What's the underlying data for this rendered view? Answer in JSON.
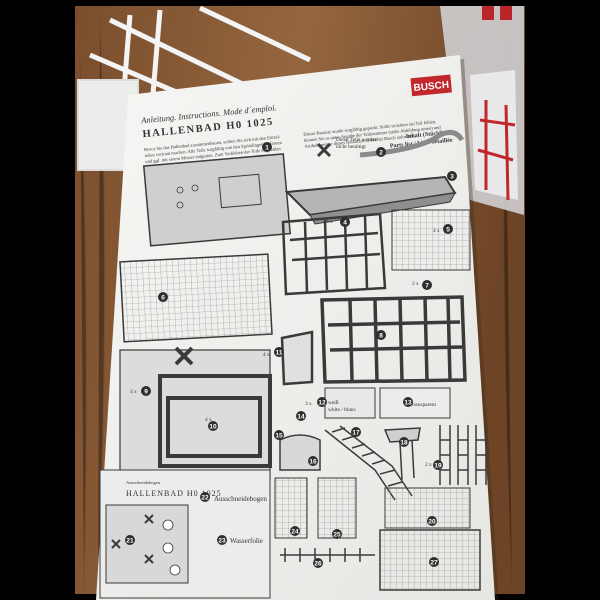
{
  "sheet": {
    "brand": "BUSCH",
    "header_line": "Anleitung. Instructions. Mode d´emploi.",
    "product_title": "HALLENBAD H0 1025",
    "intro_left": [
      "Bevor Sie das Hallenbad zusammenbauen, sollten Sie sich mit den Einzel-",
      "teilen vertraut machen. Alle Teile sorgfältig von den Spritzlingen entfernen",
      "und ggf. mit einem Messer entgraten. Zum Verkleben der Teile empfehlen",
      "wir den Busch Universal Kunststoffkleber Nr. 7590."
    ],
    "intro_right": [
      "Dieser Bausatz wurde sorgfältig gepackt. Sollte trotzdem ein Teil fehlen,",
      "können Sie es unter Angabe der Teilenummer (siehe Abbildung unten) und",
      "Artikelnummer dieses Bausatzes direkt bei Busch anfordern."
    ],
    "contents_title": "Inhalt (Stückliste)",
    "contents_subtitle": "Parts list / Liste détaillée",
    "note_unused": [
      "Diese Teile werden",
      "nicht benötigt"
    ],
    "qty_4x": "4 x",
    "qty_2x": "2 x",
    "qty_3x": "3 x",
    "weiss_label": "weiß",
    "white_blanc_label": "white / blanc",
    "transparent_label": "transparent",
    "bottom_header_small": "Ausschneidebogen",
    "bottom_title": "HALLENBAD H0 1025",
    "ausschneidebogen_label": "Ausschneidebogen",
    "wasserfolie_label": "Wasserfolie"
  },
  "part_numbers": [
    "1",
    "2",
    "3",
    "4",
    "5",
    "6",
    "7",
    "8",
    "9",
    "10",
    "11",
    "12",
    "13",
    "14",
    "15",
    "16",
    "17",
    "18",
    "19",
    "20",
    "21",
    "22",
    "23",
    "24",
    "25",
    "26",
    "27"
  ],
  "colors": {
    "table": "#8a5a34",
    "paper": "#f2f2f0",
    "drawing": "#3a3a3a",
    "grey_fill": "#b9b9b9",
    "part_circle": "#2e2e2e"
  }
}
